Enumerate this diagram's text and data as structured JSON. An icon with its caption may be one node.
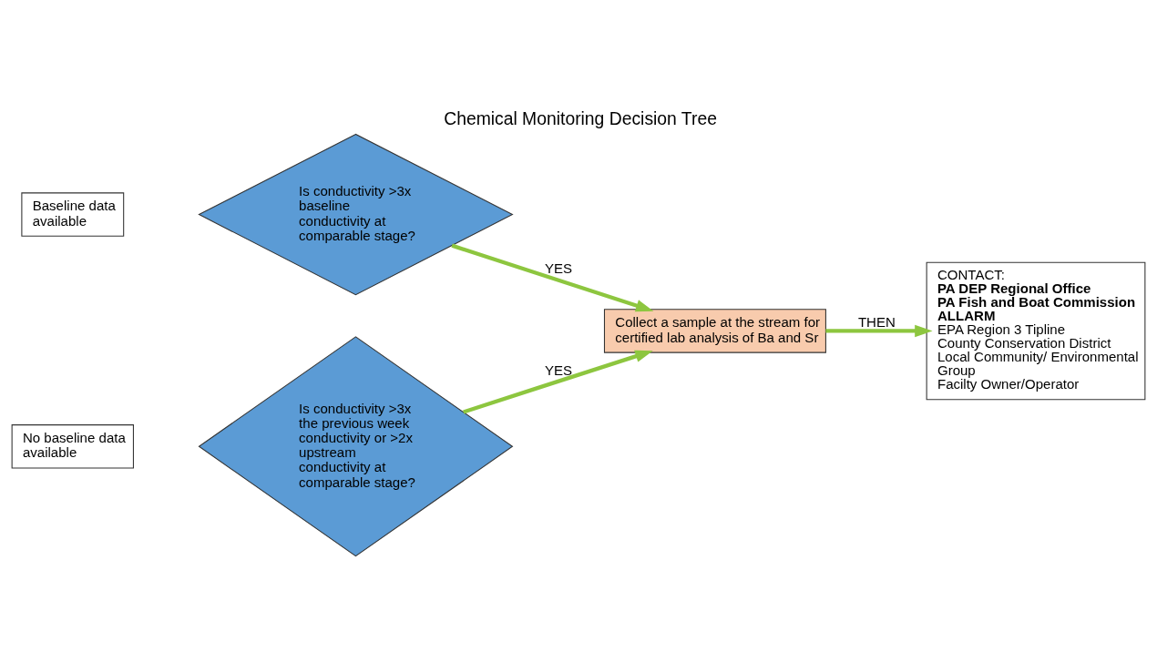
{
  "diagram": {
    "title": "Chemical Monitoring Decision Tree",
    "nodes": [
      {
        "text": [
          "Baseline data available"
        ]
      },
      {
        "text": [
          "No baseline data available"
        ]
      },
      {
        "text": [
          "Is conductivity >3x baseline conductivity at comparable stage?"
        ]
      },
      {
        "text": [
          "Is conductivity >3x the previous week conductivity or >2x upstream conductivity at comparable stage?"
        ]
      },
      {
        "text": [
          "Collect a sample at the stream for certified lab analysis of Ba and Sr"
        ]
      },
      {
        "text": [
          "CONTACT:",
          "PA DEP Regional Office",
          "PA Fish and Boat Commission",
          "ALLARM",
          "EPA Region 3 Tipline",
          "County Conservation District",
          "Local Community/ Environmental Group",
          "Facilty Owner/Operator"
        ]
      }
    ],
    "edges": [
      {
        "from": 2,
        "to": 4,
        "arrow": "to",
        "label": "YES"
      },
      {
        "from": 3,
        "to": 4,
        "arrow": "to",
        "label": "YES"
      },
      {
        "from": 4,
        "to": 5,
        "arrow": "to",
        "label": "THEN"
      }
    ]
  }
}
